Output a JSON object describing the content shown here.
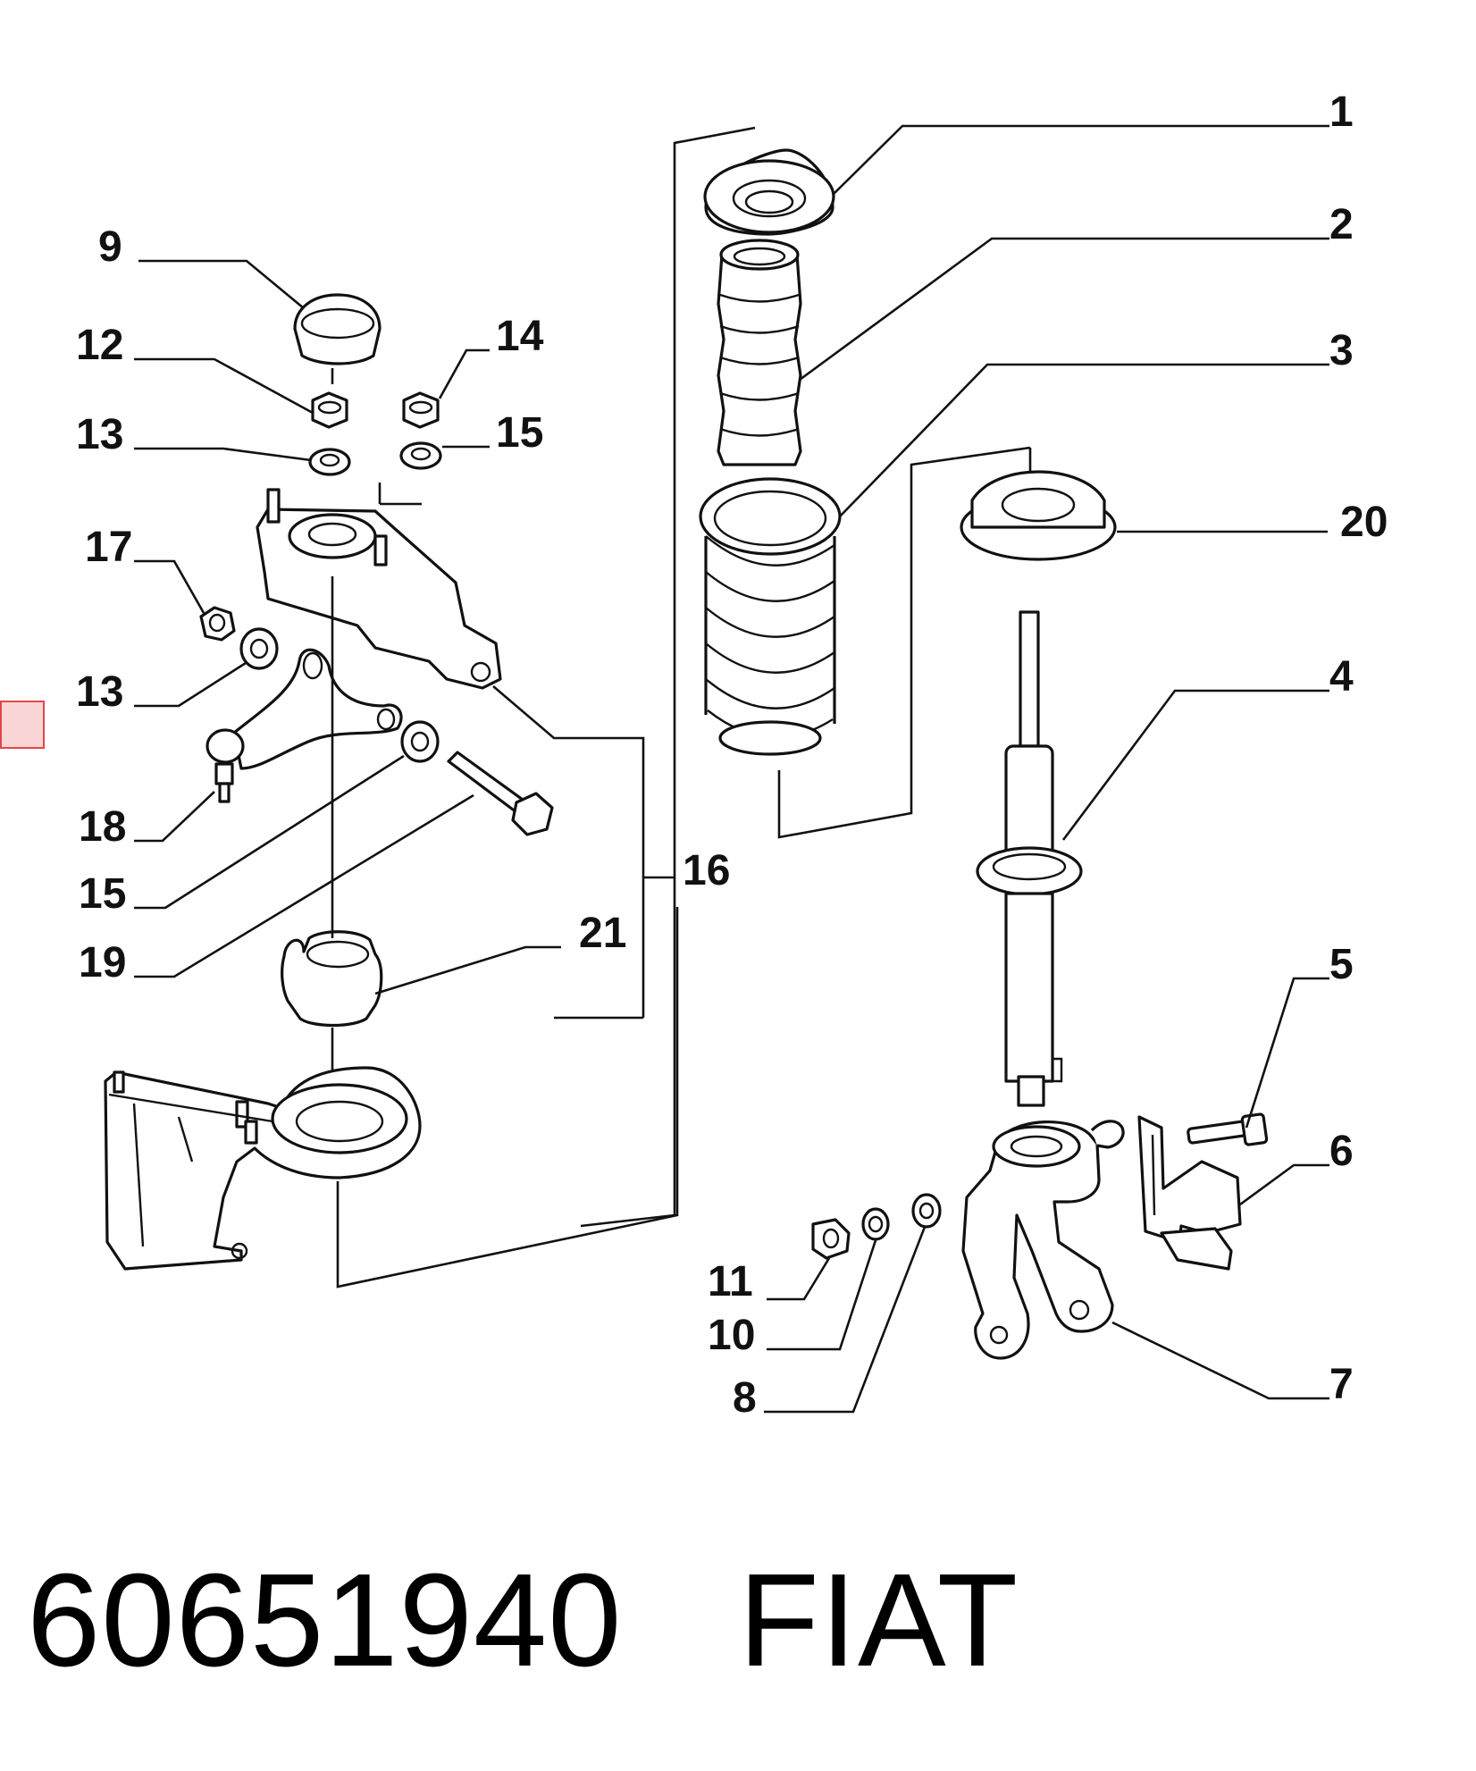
{
  "callouts": {
    "c1": "1",
    "c2": "2",
    "c3": "3",
    "c4": "4",
    "c5": "5",
    "c6": "6",
    "c7": "7",
    "c8": "8",
    "c9": "9",
    "c10": "10",
    "c11": "11",
    "c12": "12",
    "c13a": "13",
    "c13b": "13",
    "c14": "14",
    "c15a": "15",
    "c15b": "15",
    "c16": "16",
    "c17": "17",
    "c18": "18",
    "c19": "19",
    "c20": "20",
    "c21": "21"
  },
  "caption": {
    "part_number": "60651940",
    "brand": "FIAT"
  },
  "colors": {
    "ink": "#111111",
    "background": "#ffffff",
    "marker_fill": "#fbd6d6",
    "marker_border": "#e0474c"
  }
}
